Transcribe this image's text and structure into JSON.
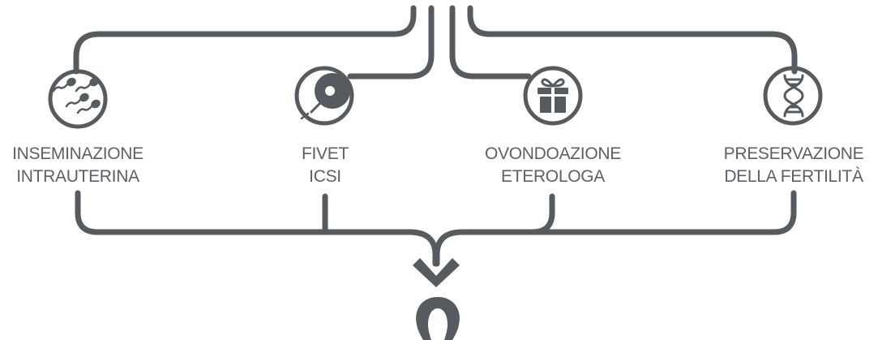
{
  "colors": {
    "line": "#555b5f",
    "label": "#5b6166",
    "background": "#ffffff"
  },
  "services": [
    {
      "icon": "sperm-cells-icon",
      "line1": "INSEMINAZIONE",
      "line2": "INTRAUTERINA"
    },
    {
      "icon": "egg-injection-icon",
      "line1": "FIVET",
      "line2": "ICSI"
    },
    {
      "icon": "gift-icon",
      "line1": "OVONDOAZIONE",
      "line2": "ETEROLOGA"
    },
    {
      "icon": "dna-icon",
      "line1": "PRESERVAZIONE",
      "line2": "DELLA FERTILITÀ"
    }
  ],
  "result_icon": "family-logo-icon"
}
